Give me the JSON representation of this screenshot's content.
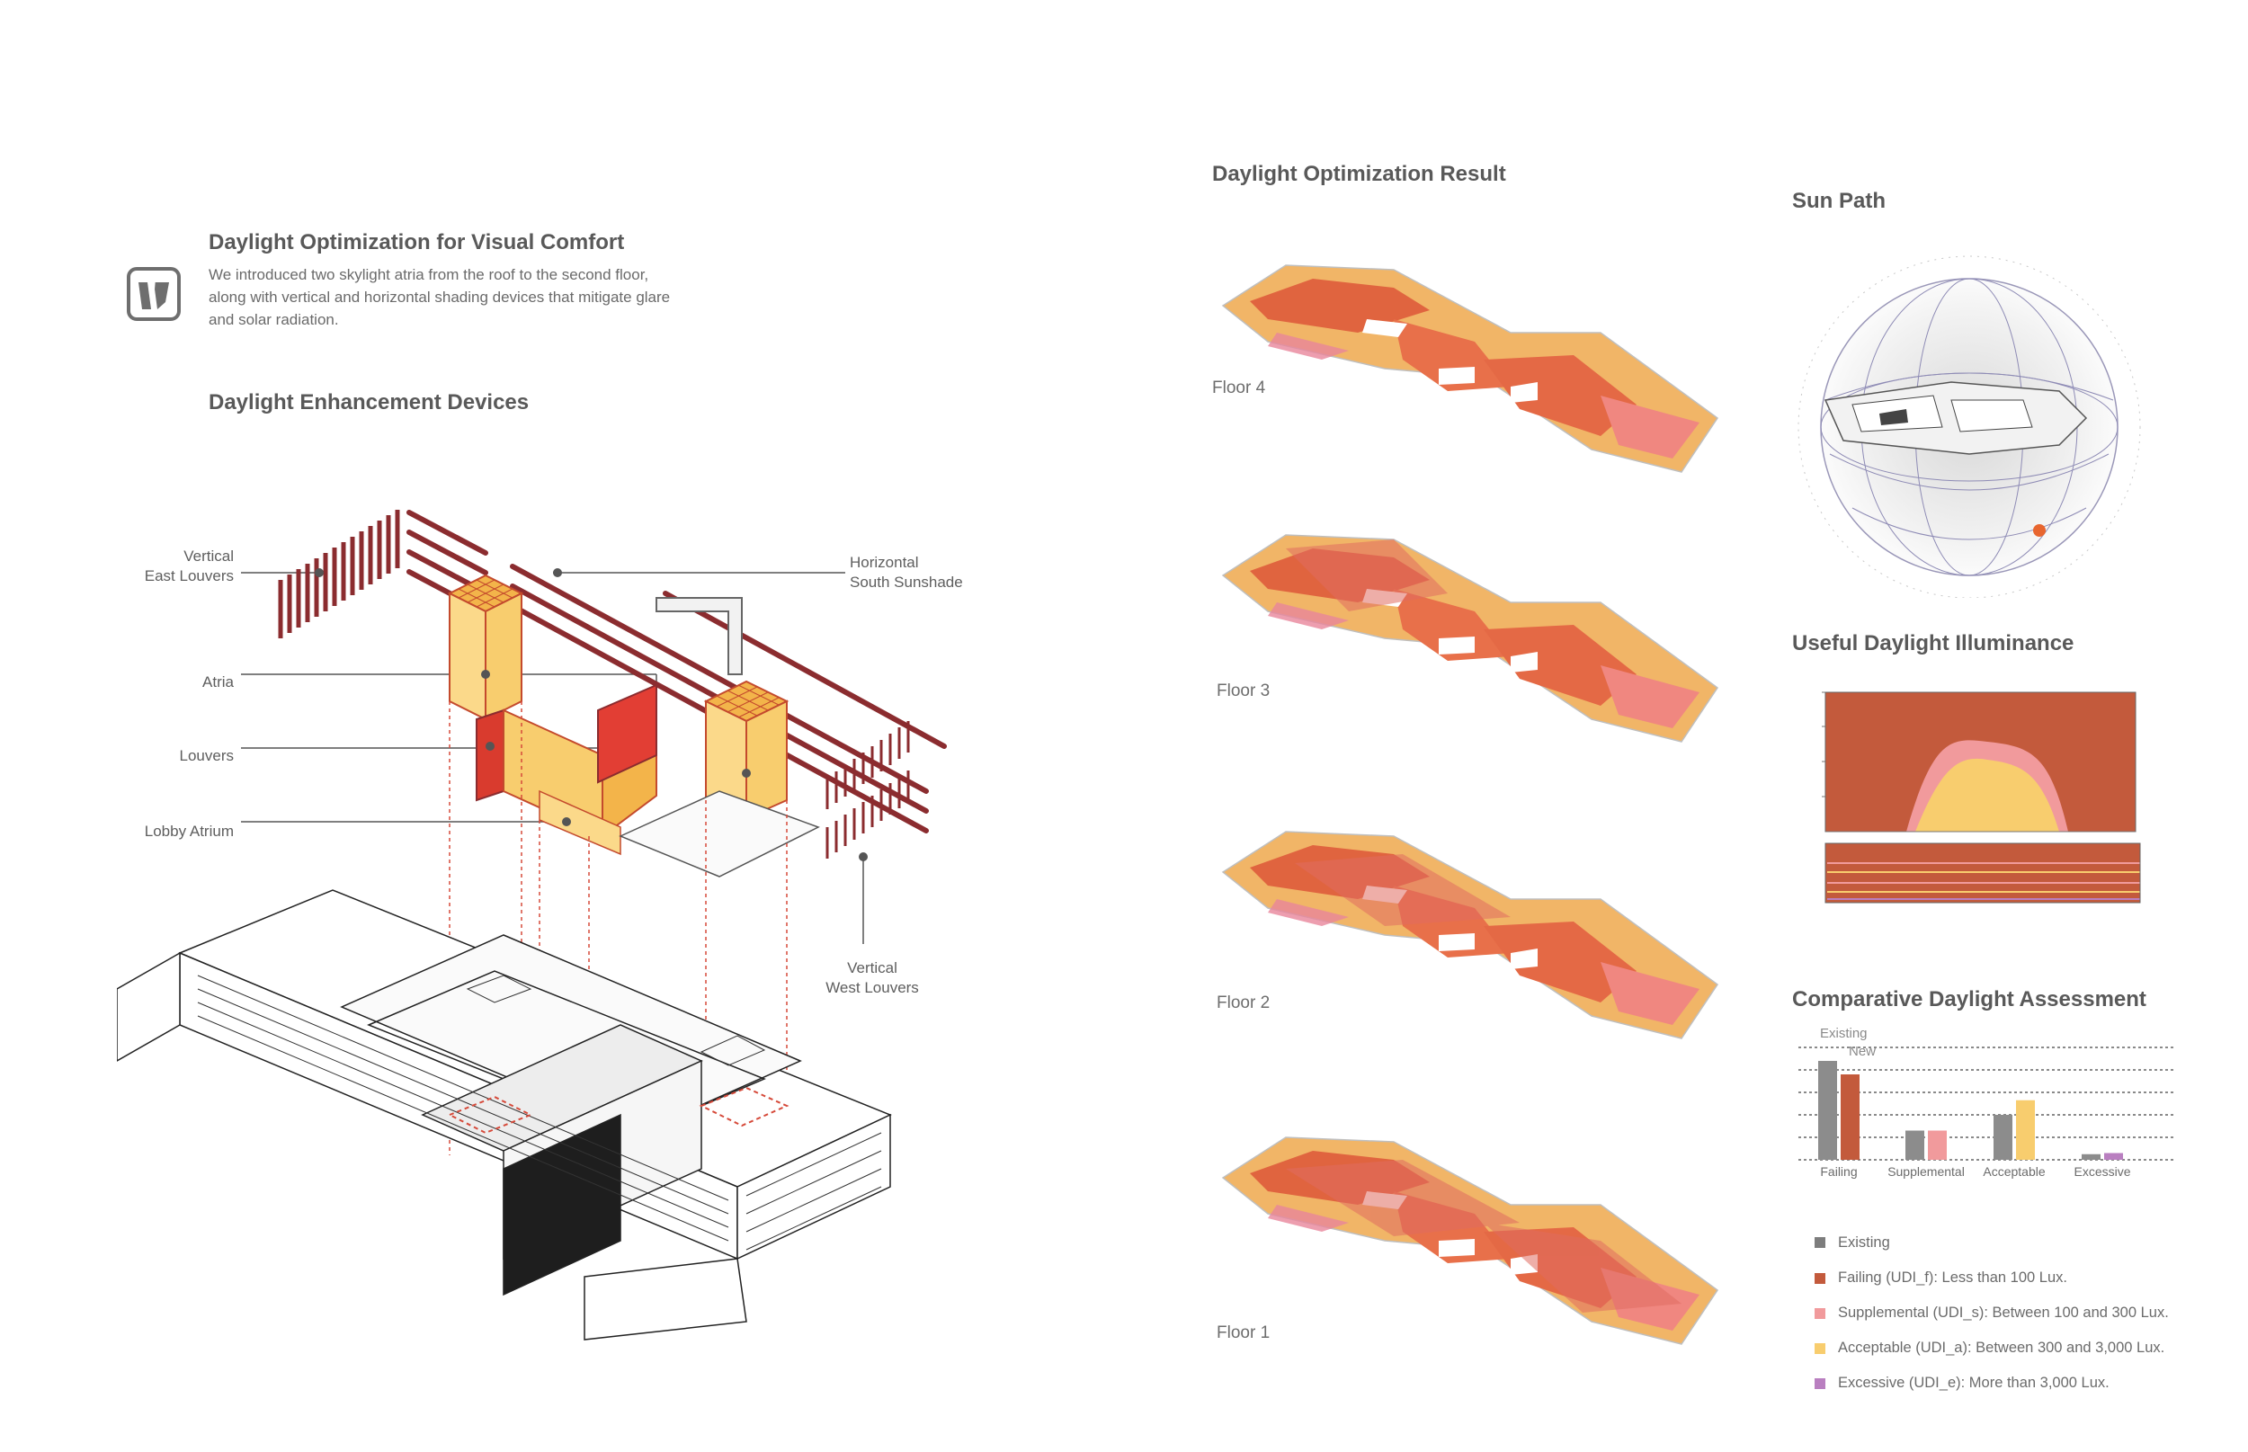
{
  "left": {
    "title": "Daylight Optimization for Visual Comfort",
    "description": "We introduced two skylight atria from the roof to the second floor, along with vertical and horizontal shading devices that mitigate glare and solar radiation.",
    "devices_title": "Daylight Enhancement Devices",
    "callouts": {
      "east_l1": "Vertical",
      "east_l2": "East Louvers",
      "south_l1": "Horizontal",
      "south_l2": "South Sunshade",
      "atria": "Atria",
      "louvers": "Louvers",
      "lobby": "Lobby Atrium",
      "west_l1": "Vertical",
      "west_l2": "West Louvers"
    }
  },
  "middle": {
    "title": "Daylight Optimization Result",
    "floors": [
      "Floor 4",
      "Floor 3",
      "Floor 2",
      "Floor 1"
    ]
  },
  "right": {
    "sun_title": "Sun Path",
    "udi_title": "Useful Daylight Illuminance",
    "compare_title": "Comparative Daylight Assessment",
    "bar_labels": {
      "existing": "Existing",
      "new": "New"
    },
    "legend": [
      {
        "label": "Existing",
        "color": "#7d7d7d"
      },
      {
        "label": "Failing (UDI_f): Less than 100 Lux.",
        "color": "#c35a3c"
      },
      {
        "label": "Supplemental (UDI_s): Between 100 and 300 Lux.",
        "color": "#f19a9c"
      },
      {
        "label": "Acceptable (UDI_a): Between 300 and 3,000 Lux.",
        "color": "#f8cd6e"
      },
      {
        "label": "Excessive (UDI_e): More than 3,000 Lux.",
        "color": "#b97fc0"
      }
    ]
  },
  "colors": {
    "failing": "#c35a3c",
    "supplemental": "#f19a9c",
    "acceptable": "#f8cd6e",
    "excessive": "#b97fc0",
    "existing": "#8c8c8c",
    "accent_dark": "#8b2c2f"
  },
  "chart_data": {
    "type": "bar",
    "title": "Comparative Daylight Assessment",
    "categories": [
      "Failing",
      "Supplemental",
      "Acceptable",
      "Excessive"
    ],
    "series": [
      {
        "name": "Existing",
        "values": [
          88,
          26,
          40,
          5
        ]
      },
      {
        "name": "New",
        "values": [
          76,
          26,
          53,
          6
        ]
      }
    ],
    "ylim": [
      0,
      100
    ],
    "grid": true
  }
}
